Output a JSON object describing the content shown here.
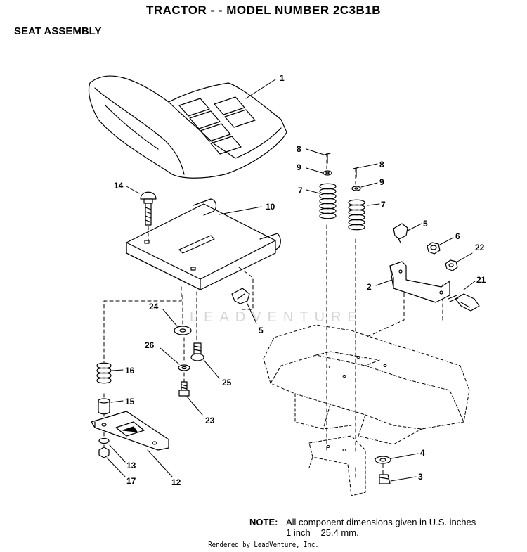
{
  "header": {
    "title": "TRACTOR - - MODEL NUMBER 2C3B1B",
    "subtitle": "SEAT ASSEMBLY"
  },
  "watermark": "LEADVENTURE",
  "callouts": [
    {
      "id": "1",
      "label": "1"
    },
    {
      "id": "8a",
      "label": "8"
    },
    {
      "id": "9a",
      "label": "9"
    },
    {
      "id": "7a",
      "label": "7"
    },
    {
      "id": "8b",
      "label": "8"
    },
    {
      "id": "9b",
      "label": "9"
    },
    {
      "id": "7b",
      "label": "7"
    },
    {
      "id": "14",
      "label": "14"
    },
    {
      "id": "10",
      "label": "10"
    },
    {
      "id": "5a",
      "label": "5"
    },
    {
      "id": "6",
      "label": "6"
    },
    {
      "id": "22",
      "label": "22"
    },
    {
      "id": "2",
      "label": "2"
    },
    {
      "id": "21",
      "label": "21"
    },
    {
      "id": "24",
      "label": "24"
    },
    {
      "id": "5b",
      "label": "5"
    },
    {
      "id": "26",
      "label": "26"
    },
    {
      "id": "25",
      "label": "25"
    },
    {
      "id": "16",
      "label": "16"
    },
    {
      "id": "15",
      "label": "15"
    },
    {
      "id": "23",
      "label": "23"
    },
    {
      "id": "4",
      "label": "4"
    },
    {
      "id": "3",
      "label": "3"
    },
    {
      "id": "13",
      "label": "13"
    },
    {
      "id": "17",
      "label": "17"
    },
    {
      "id": "12",
      "label": "12"
    }
  ],
  "note": {
    "label": "NOTE:",
    "line1": "All component dimensions given in U.S. inches",
    "line2": "1 inch = 25.4 mm."
  },
  "footer": "Rendered by LeadVenture, Inc."
}
